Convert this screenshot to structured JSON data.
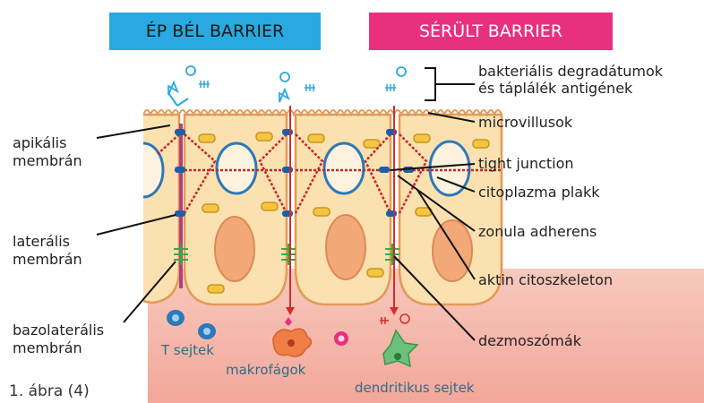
{
  "headers": {
    "left": "ÉP BÉL BARRIER",
    "right": "SÉRÜLT BARRIER",
    "left_color": "#29a9e1",
    "right_color": "#e8307f"
  },
  "labels_right": {
    "antigens_line1": "bakteriális degradátumok",
    "antigens_line2": "és táplálék antigének",
    "microvilli": "microvillusok",
    "tight_junction": "tight junction",
    "plaque": "citoplazma plakk",
    "zonula": "zonula adherens",
    "actin": "aktin citoszkeleton",
    "desmosome": "dezmoszómák"
  },
  "labels_left": {
    "apical_1": "apikális",
    "apical_2": "membrán",
    "lateral_1": "laterális",
    "lateral_2": "membrán",
    "basolateral_1": "bazolaterális",
    "basolateral_2": "membrán"
  },
  "cells": {
    "t_cells": "T sejtek",
    "macrophages": "makrofágok",
    "dendritic": "dendritikus sejtek"
  },
  "caption": "1. ábra (4)",
  "colors": {
    "cell_fill": "#fbe1b0",
    "nucleus": "#f2a877",
    "membrane": "#e8a060",
    "tight_junction": "#1b5fa8",
    "zonula": "#c0272d",
    "lateral_membrane": "#b0407f",
    "desmosome": "#3aa845",
    "lamina_propria": "#f6b7ab"
  }
}
